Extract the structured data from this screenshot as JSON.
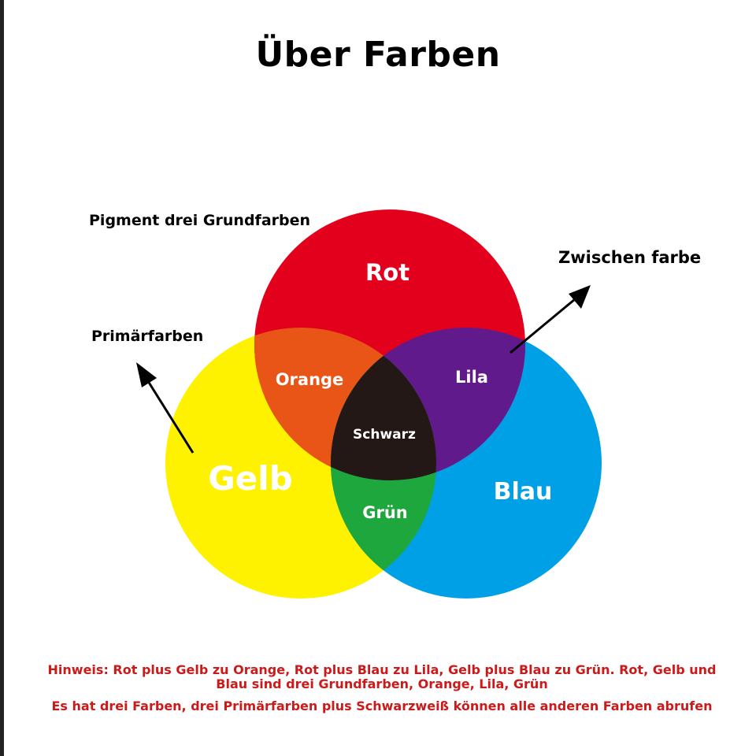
{
  "title": "Über Farben",
  "labels": {
    "pigment": "Pigment drei Grundfarben",
    "primary": "Primärfarben",
    "secondary": "Zwischen farbe"
  },
  "circles": {
    "red": {
      "label": "Rot",
      "color": "#e3001c"
    },
    "yellow": {
      "label": "Gelb",
      "color": "#fff200"
    },
    "blue": {
      "label": "Blau",
      "color": "#00a0e6"
    }
  },
  "overlaps": {
    "orange": {
      "label": "Orange",
      "color": "#e95516"
    },
    "purple": {
      "label": "Lila",
      "color": "#611a8c"
    },
    "green": {
      "label": "Grün",
      "color": "#1ea73c"
    },
    "black": {
      "label": "Schwarz",
      "color": "#231815"
    }
  },
  "note": {
    "line1": "Hinweis: Rot plus Gelb zu Orange, Rot plus Blau zu Lila, Gelb plus Blau zu Grün. Rot, Gelb und Blau sind drei Grundfarben, Orange, Lila, Grün",
    "line2": "Es hat drei Farben, drei Primärfarben plus Schwarzweiß können alle anderen Farben abrufen",
    "color": "#cc1a1a"
  }
}
